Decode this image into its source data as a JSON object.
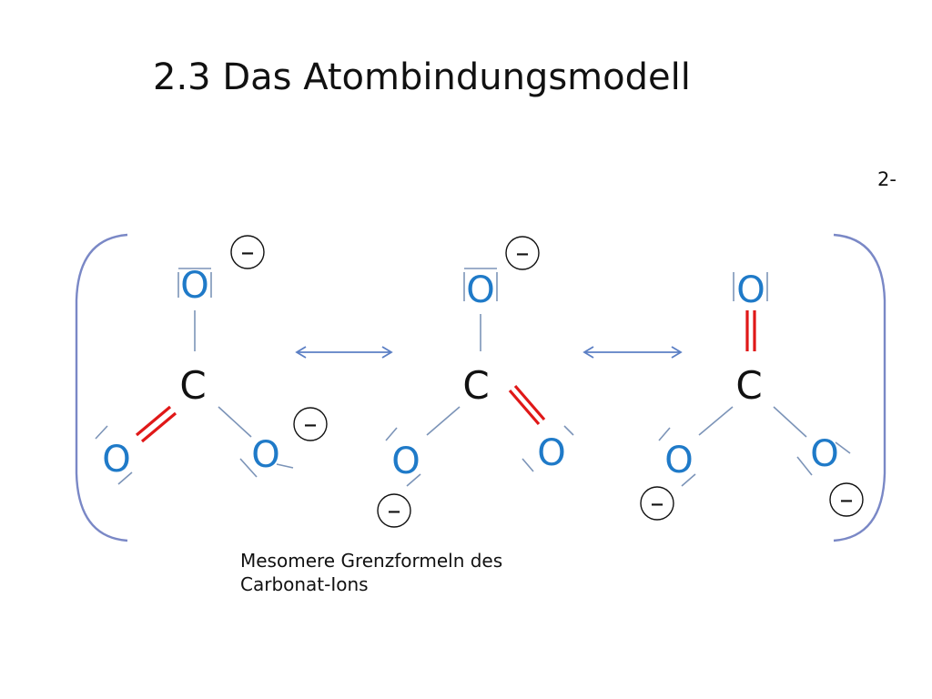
{
  "title": "2.3 Das Atombindungsmodell",
  "ion_charge": "2-",
  "caption": "Mesomere Grenzformeln des Carbonat-Ions",
  "atoms": {
    "oxygen": "O",
    "carbon": "C"
  },
  "charge_symbol": "–",
  "colors": {
    "oxygen": "#1f7ac8",
    "double_bond": "#e01818",
    "single_bond": "#7c94b8",
    "bracket": "#7a88c6",
    "arrow": "#5b7fc4"
  }
}
